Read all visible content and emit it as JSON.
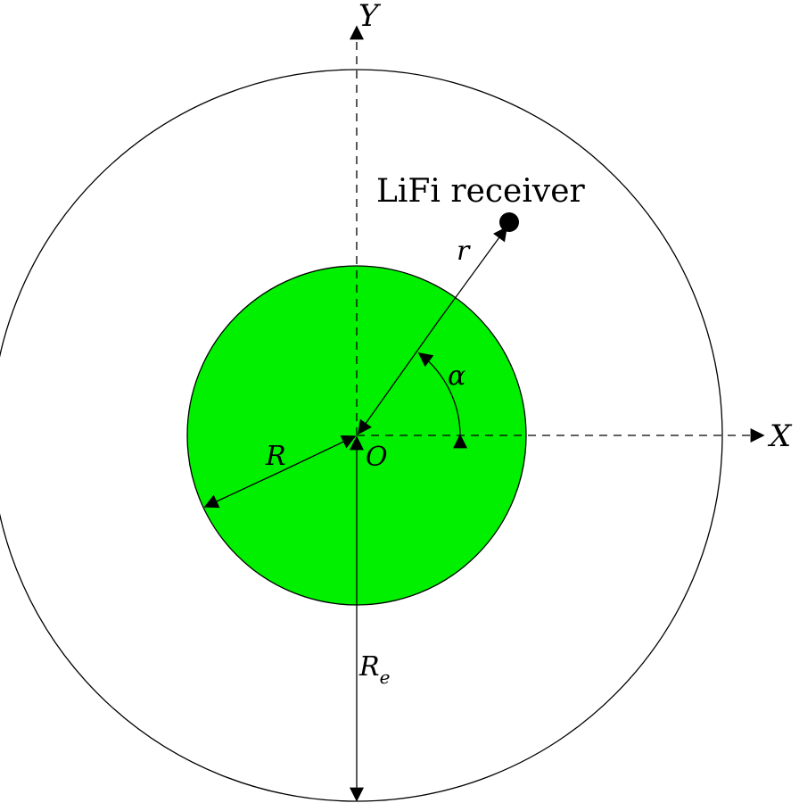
{
  "colors": {
    "inner_disk": "#00f000",
    "outline": "#000000",
    "background": "#ffffff"
  },
  "labels": {
    "x_axis": "X",
    "y_axis": "Y",
    "origin": "O",
    "inner_radius": "R",
    "outer_radius_main": "R",
    "outer_radius_sub": "e",
    "distance": "r",
    "angle": "α",
    "receiver": "LiFi receiver"
  }
}
